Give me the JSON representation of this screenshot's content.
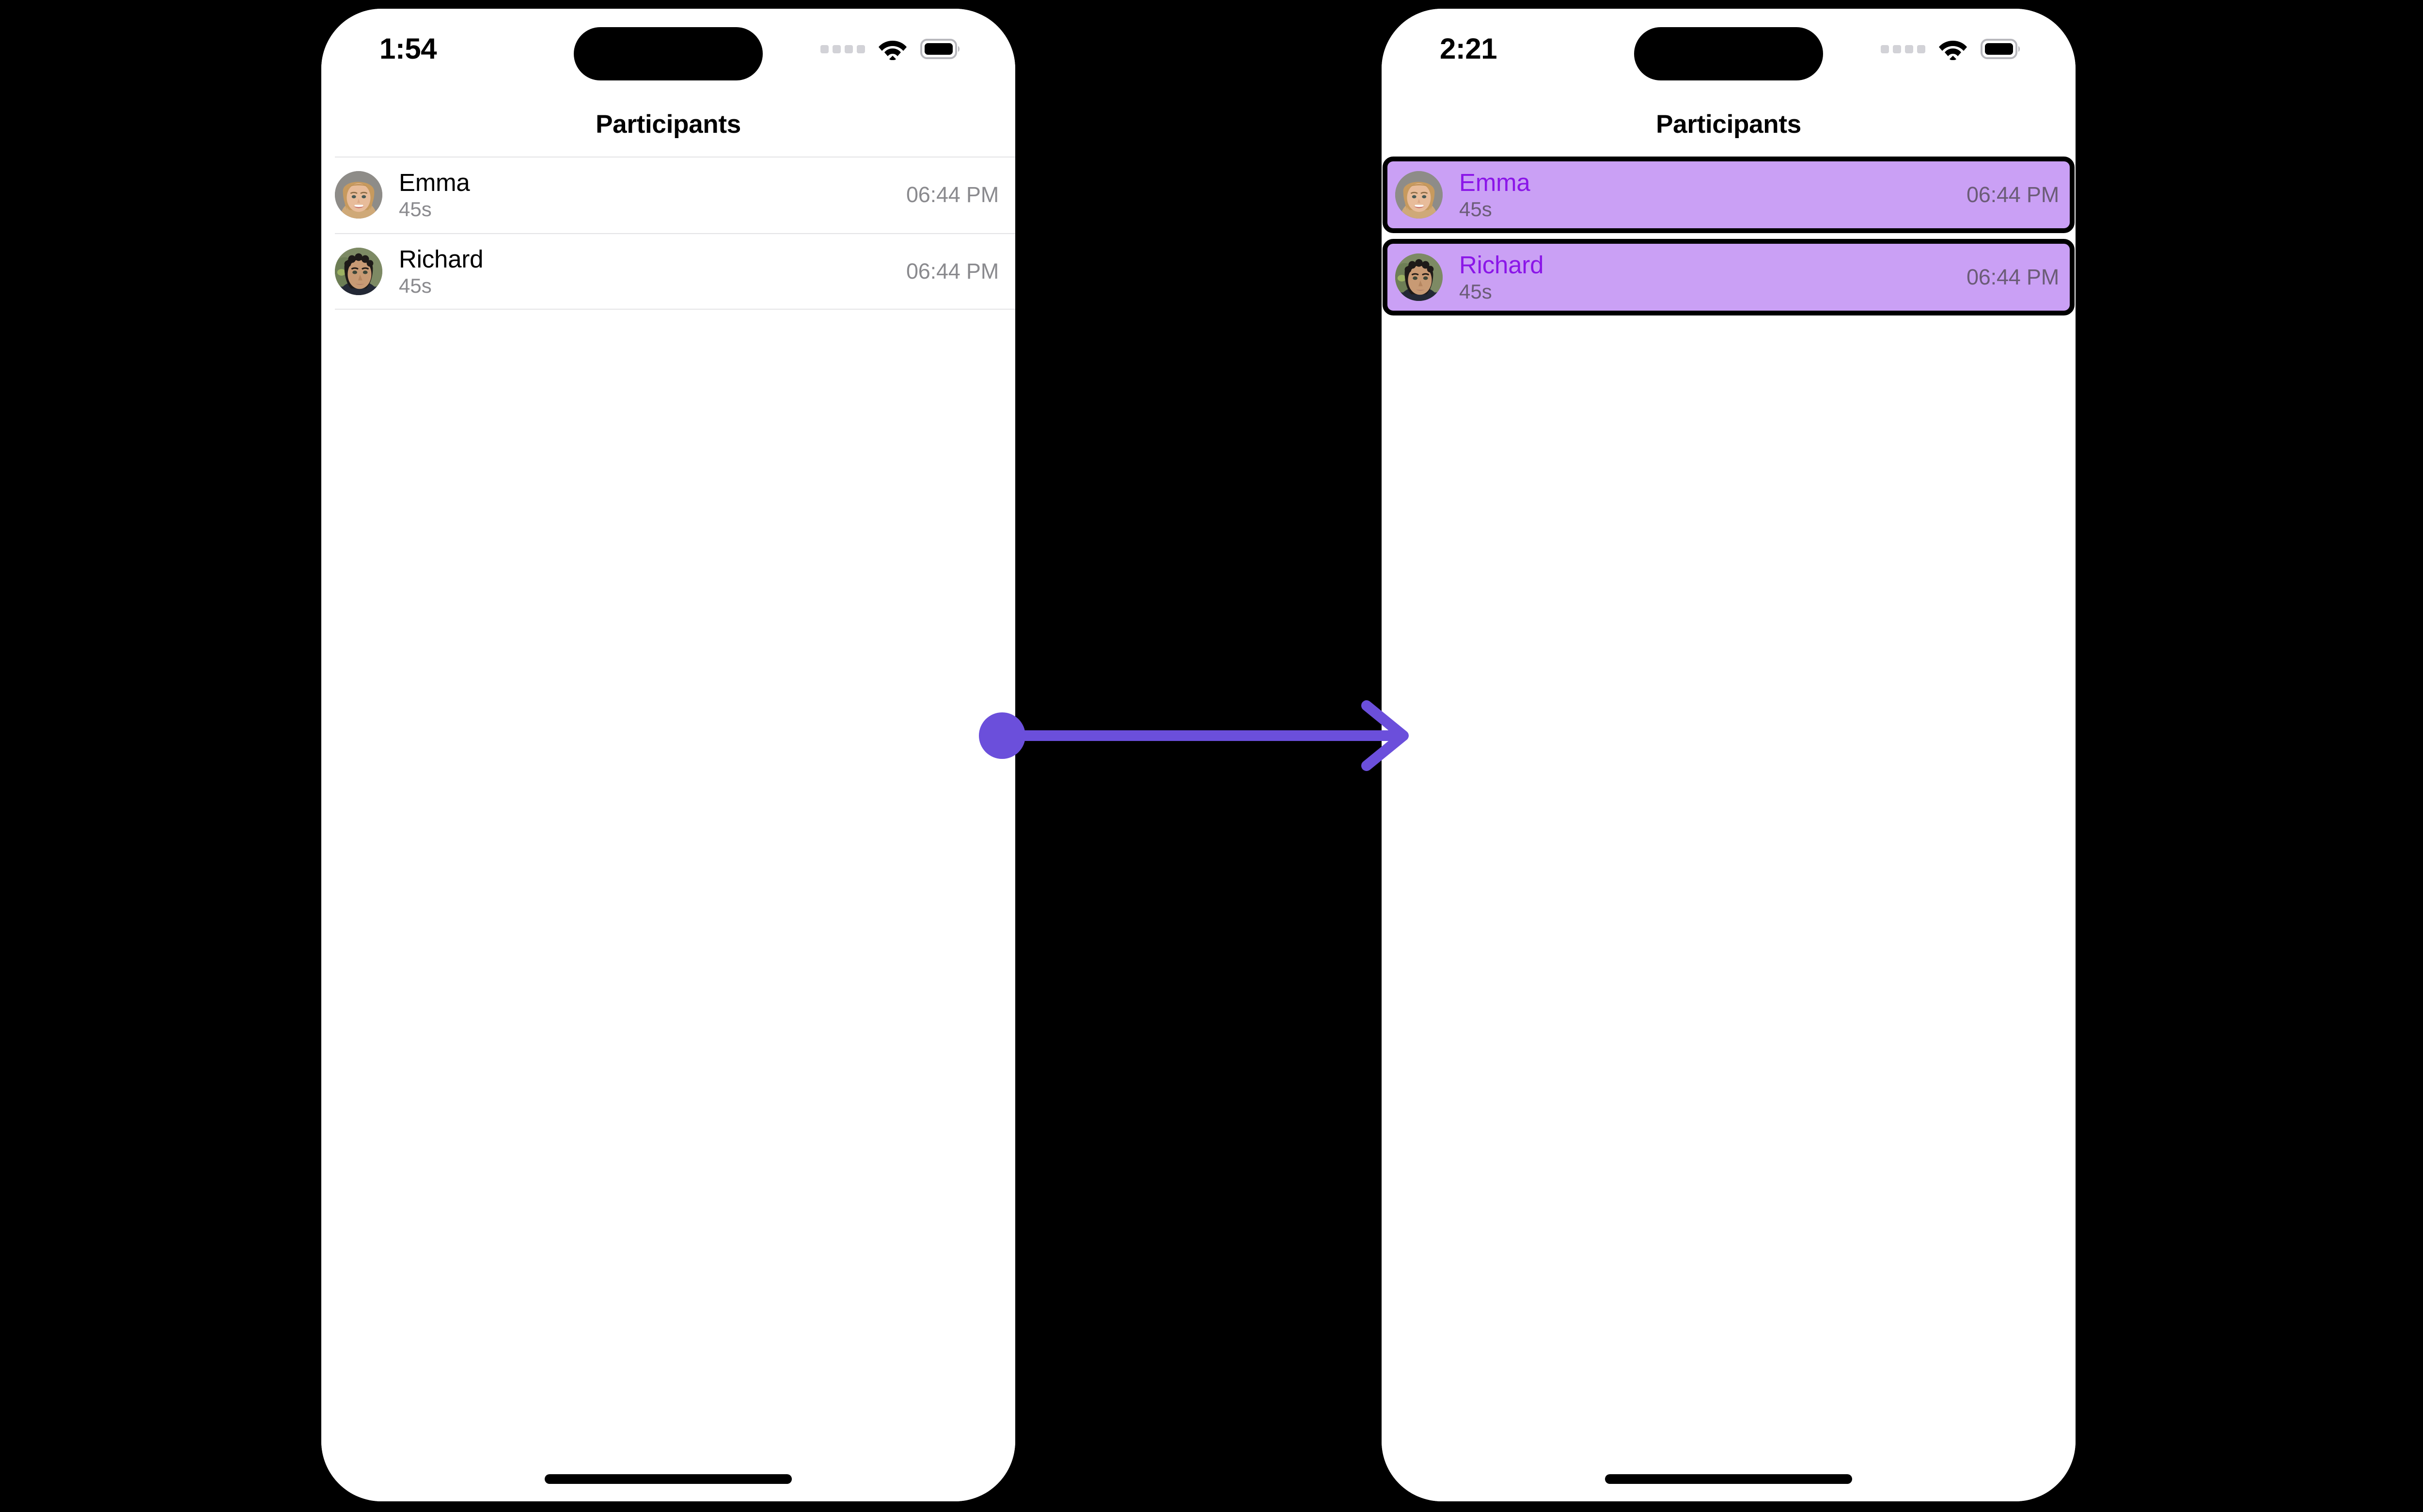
{
  "accent": {
    "arrow": "#6B4FDB",
    "highlight_fill": "#CAA0F5",
    "highlight_border": "#000000",
    "highlight_name_text": "#8B16E8",
    "muted_text": "#8A8A8E"
  },
  "screens": [
    {
      "id": "before",
      "status_bar": {
        "time": "1:54",
        "signal_icon": "cellular-dots-icon",
        "wifi_icon": "wifi-icon",
        "battery_icon": "battery-full-icon"
      },
      "nav": {
        "title": "Participants"
      },
      "list": {
        "rows": [
          {
            "name": "Emma",
            "subtitle": "45s",
            "time": "06:44 PM",
            "avatar": "avatar-emma",
            "selected": false
          },
          {
            "name": "Richard",
            "subtitle": "45s",
            "time": "06:44 PM",
            "avatar": "avatar-richard",
            "selected": false
          }
        ]
      }
    },
    {
      "id": "after",
      "status_bar": {
        "time": "2:21",
        "signal_icon": "cellular-dots-icon",
        "wifi_icon": "wifi-icon",
        "battery_icon": "battery-full-icon"
      },
      "nav": {
        "title": "Participants"
      },
      "list": {
        "rows": [
          {
            "name": "Emma",
            "subtitle": "45s",
            "time": "06:44 PM",
            "avatar": "avatar-emma",
            "selected": true
          },
          {
            "name": "Richard",
            "subtitle": "45s",
            "time": "06:44 PM",
            "avatar": "avatar-richard",
            "selected": true
          }
        ]
      }
    }
  ],
  "annotation": {
    "type": "transition-arrow",
    "direction": "left-to-right",
    "start_marker": "filled-circle",
    "end_marker": "arrowhead"
  }
}
